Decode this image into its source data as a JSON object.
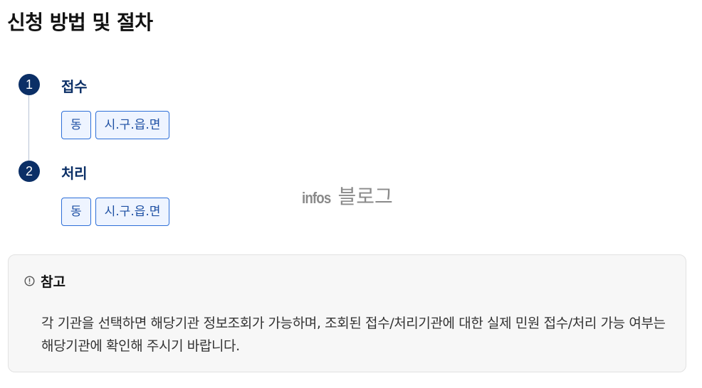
{
  "page": {
    "title": "신청 방법 및 절차"
  },
  "steps": [
    {
      "number": "1",
      "title": "접수",
      "tags": [
        "동",
        "시.구.읍.면"
      ]
    },
    {
      "number": "2",
      "title": "처리",
      "tags": [
        "동",
        "시.구.읍.면"
      ]
    }
  ],
  "watermark": {
    "brand": "infos",
    "text": "블로그"
  },
  "note": {
    "icon": "info-icon",
    "title": "참고",
    "text": "각 기관을 선택하면 해당기관 정보조회가 가능하며, 조회된 접수/처리기관에 대한 실제 민원 접수/처리 가능 여부는 해당기관에 확인해 주시기 바랍니다."
  },
  "colors": {
    "primary": "#0b2f66",
    "tag_border": "#2d6fd8",
    "tag_bg": "#eef4ff",
    "note_bg": "#f7f7f7"
  }
}
